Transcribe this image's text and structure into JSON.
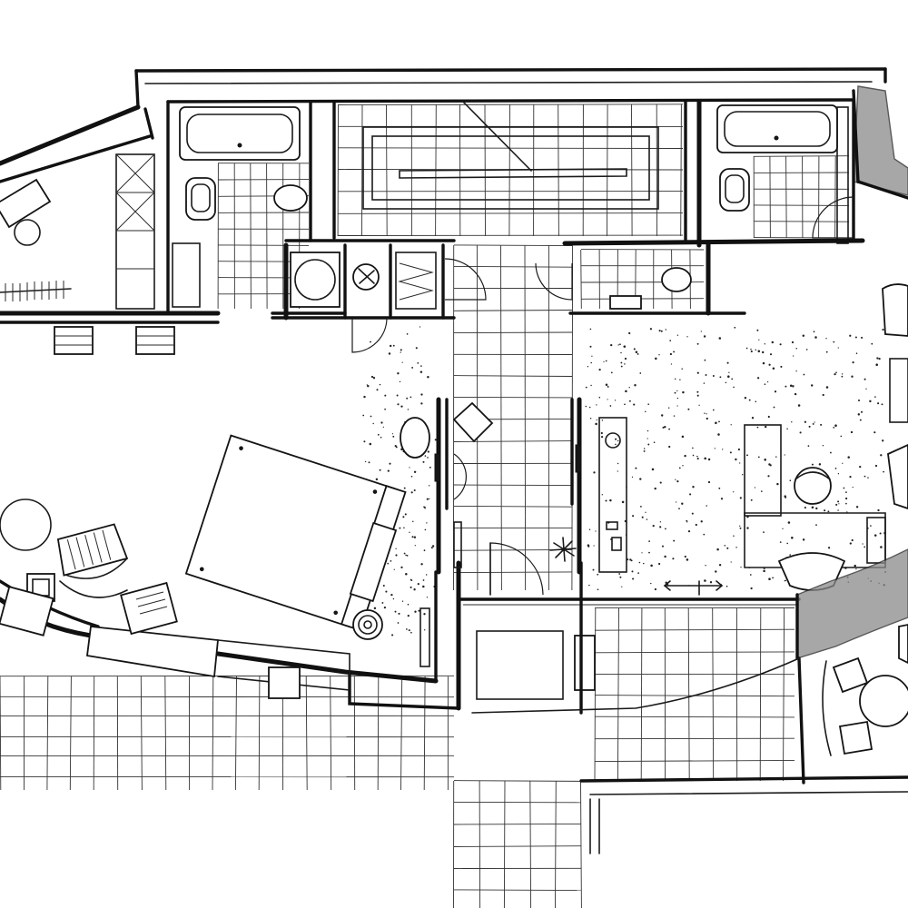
{
  "drawing": {
    "kind": "hand-sketched architectural floor plan",
    "palette": {
      "ink": "#141414",
      "paper": "#ffffff",
      "shade": "#8a8a8a"
    }
  },
  "rooms": [
    {
      "id": "left-dressing-area"
    },
    {
      "id": "bathroom-left"
    },
    {
      "id": "central-hall-upper"
    },
    {
      "id": "bathroom-right"
    },
    {
      "id": "wc-cluster"
    },
    {
      "id": "entry-corridor"
    },
    {
      "id": "bedroom"
    },
    {
      "id": "study-living"
    },
    {
      "id": "terrace-left"
    },
    {
      "id": "terrace-right"
    },
    {
      "id": "entry-steps"
    }
  ]
}
